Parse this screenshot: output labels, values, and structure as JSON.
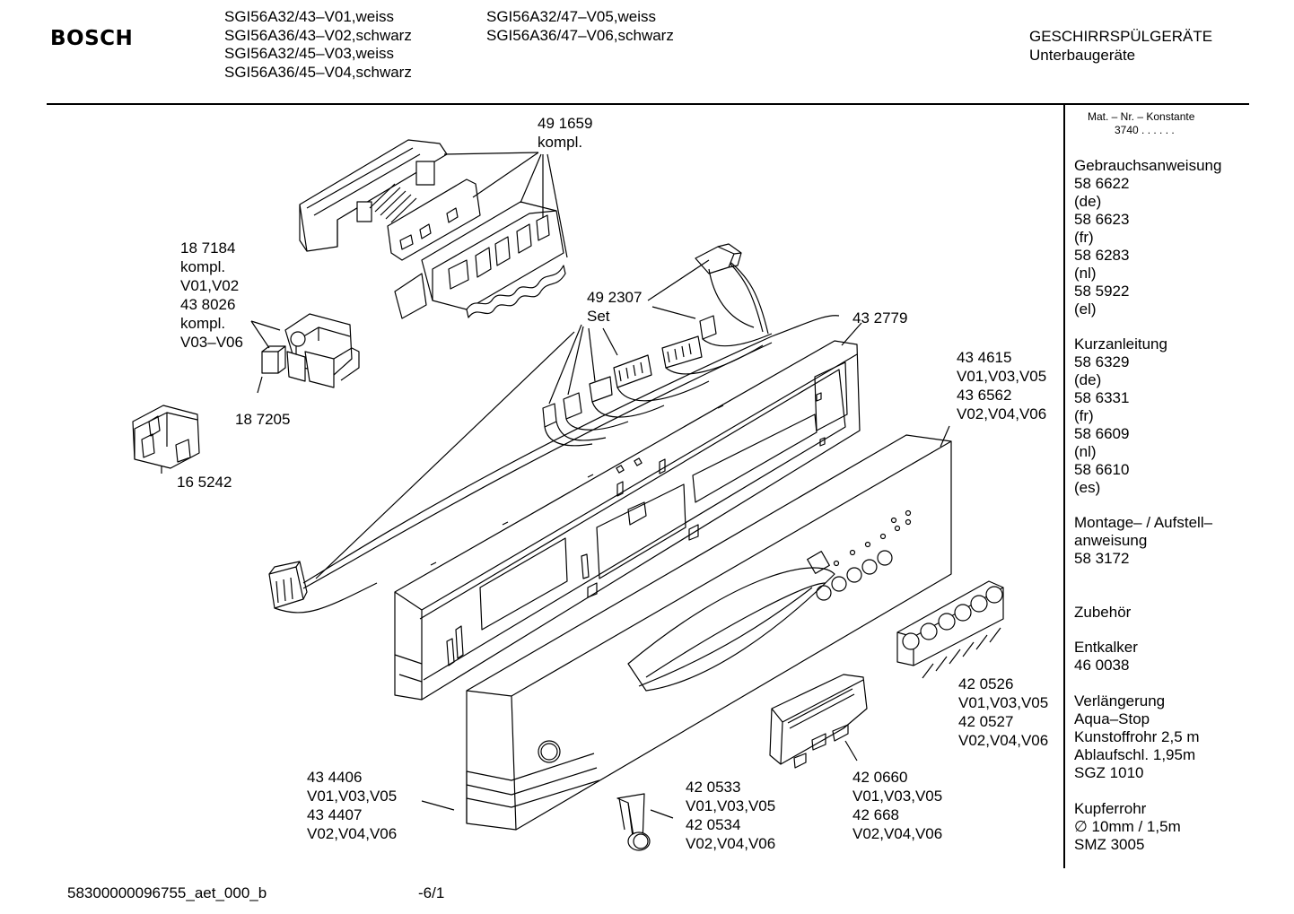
{
  "header": {
    "brand": "BOSCH",
    "models_col1": [
      "SGI56A32/43–V01,weiss",
      "SGI56A36/43–V02,schwarz",
      "SGI56A32/45–V03,weiss",
      "SGI56A36/45–V04,schwarz"
    ],
    "models_col2": [
      "SGI56A32/47–V05,weiss",
      "SGI56A36/47–V06,schwarz"
    ],
    "category": [
      "GESCHIRRSPÜLGERÄTE",
      "Unterbaugeräte"
    ]
  },
  "parts": {
    "p491659": [
      "49 1659",
      "kompl."
    ],
    "p187184": [
      "18 7184",
      "kompl.",
      "V01,V02",
      "43 8026",
      "kompl.",
      "V03–V06"
    ],
    "p187205": [
      "18 7205"
    ],
    "p165242": [
      "16 5242"
    ],
    "p492307": [
      "49 2307",
      "Set"
    ],
    "p432779": [
      "43 2779"
    ],
    "p434615": [
      "43 4615",
      "V01,V03,V05",
      "43 6562",
      "V02,V04,V06"
    ],
    "p420526": [
      "42 0526",
      "V01,V03,V05",
      "42 0527",
      "V02,V04,V06"
    ],
    "p434406": [
      "43 4406",
      "V01,V03,V05",
      "43 4407",
      "V02,V04,V06"
    ],
    "p420533": [
      "42 0533",
      "V01,V03,V05",
      "42 0534",
      "V02,V04,V06"
    ],
    "p420660": [
      "42 0660",
      "V01,V03,V05",
      "42 668",
      "V02,V04,V06"
    ]
  },
  "sidebar": {
    "mat_title": "Mat. – Nr. – Konstante",
    "mat_value": "3740  .  .  .  .  .  .",
    "blocks": [
      [
        "Gebrauchsanweisung",
        "58 6622",
        "(de)",
        "58 6623",
        "(fr)",
        "58 6283",
        "(nl)",
        "58 5922",
        "(el)"
      ],
      [
        "Kurzanleitung",
        "58  6329",
        "(de)",
        "58 6331",
        "(fr)",
        "58 6609",
        "(nl)",
        "58 6610",
        "(es)"
      ],
      [
        "Montage– / Aufstell–",
        "anweisung",
        "58 3172"
      ],
      [
        "Zubehör"
      ],
      [
        "Entkalker",
        "46 0038"
      ],
      [
        "Verlängerung",
        "Aqua–Stop",
        "Kunstoffrohr 2,5 m",
        "Ablaufschl. 1,95m",
        "SGZ 1010"
      ],
      [
        "Kupferrohr",
        "∅ 10mm / 1,5m",
        "SMZ 3005"
      ]
    ]
  },
  "footer": {
    "doc_id": "58300000096755_aet_000_b",
    "page": "-6/1"
  },
  "colors": {
    "ink": "#000000",
    "paper": "#ffffff"
  }
}
